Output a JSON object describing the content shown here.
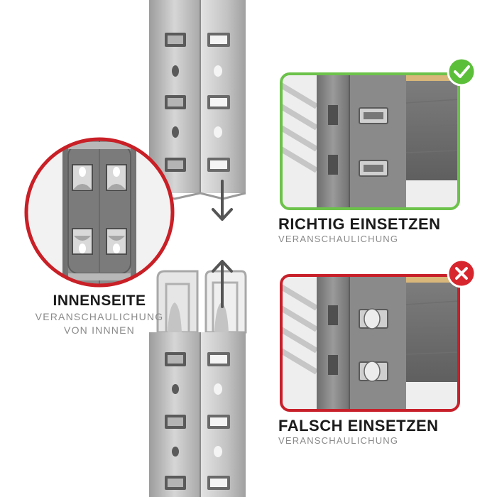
{
  "inside": {
    "title": "INNENSEITE",
    "subtitle_line1": "VERANSCHAULICHUNG",
    "subtitle_line2": "VON INNNEN"
  },
  "correct": {
    "title": "RICHTIG EINSETZEN",
    "subtitle": "VERANSCHAULICHUNG",
    "status": "correct",
    "frame_color": "#6cc24a",
    "badge_color": "#5cbf3a",
    "badge_icon": "checkmark-icon"
  },
  "wrong": {
    "title": "FALSCH EINSETZEN",
    "subtitle": "VERANSCHAULICHUNG",
    "status": "wrong",
    "frame_color": "#c8202a",
    "badge_color": "#d8262e",
    "badge_icon": "cross-icon"
  },
  "zoom_circle_color": "#c91f26",
  "arrows": [
    "arrow-down-icon",
    "arrow-up-icon"
  ]
}
